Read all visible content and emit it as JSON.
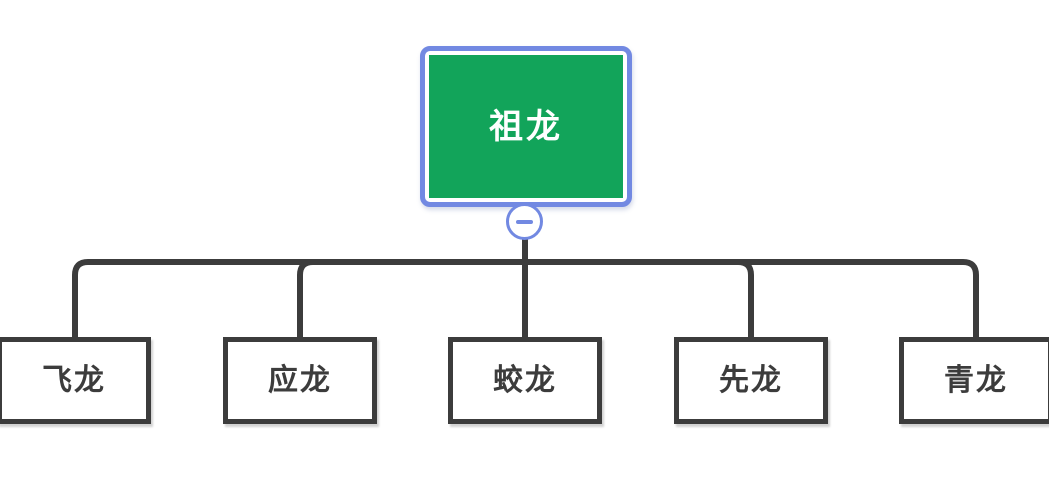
{
  "root": {
    "label": "祖龙"
  },
  "collapse_button": {
    "icon": "minus-icon",
    "symbol": "−"
  },
  "children": [
    {
      "label": "飞龙"
    },
    {
      "label": "应龙"
    },
    {
      "label": "蛟龙"
    },
    {
      "label": "先龙"
    },
    {
      "label": "青龙"
    }
  ],
  "colors": {
    "root_fill": "#12a45a",
    "root_text": "#ffffff",
    "selection_border": "#7289e2",
    "connector_line": "#3c3c3c",
    "child_border": "#3c3c3c",
    "child_text": "#3c3c3c",
    "child_fill": "#ffffff",
    "background": "#ffffff"
  }
}
